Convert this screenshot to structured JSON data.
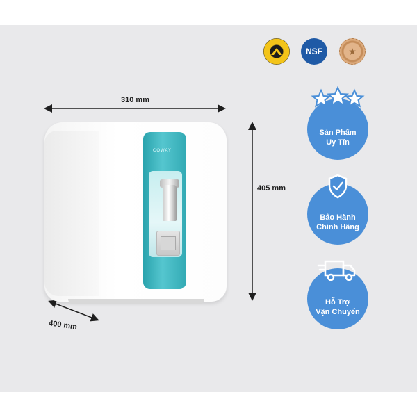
{
  "dimensions": {
    "width": "310 mm",
    "height": "405 mm",
    "depth": "400 mm"
  },
  "certifications": {
    "nsf_label": "NSF"
  },
  "product": {
    "brand_text": "COWAY"
  },
  "badges": [
    {
      "line1": "Sản Phẩm",
      "line2": "Uy Tín",
      "icon": "three-stars-icon"
    },
    {
      "line1": "Bảo Hành",
      "line2": "Chính Hãng",
      "icon": "shield-check-icon"
    },
    {
      "line1": "Hỗ Trợ",
      "line2": "Vận Chuyển",
      "icon": "delivery-truck-icon"
    }
  ],
  "colors": {
    "panel_bg": "#e9e9eb",
    "badge_blue": "#4a8fd8",
    "accent_teal": "#3eb6c0"
  }
}
